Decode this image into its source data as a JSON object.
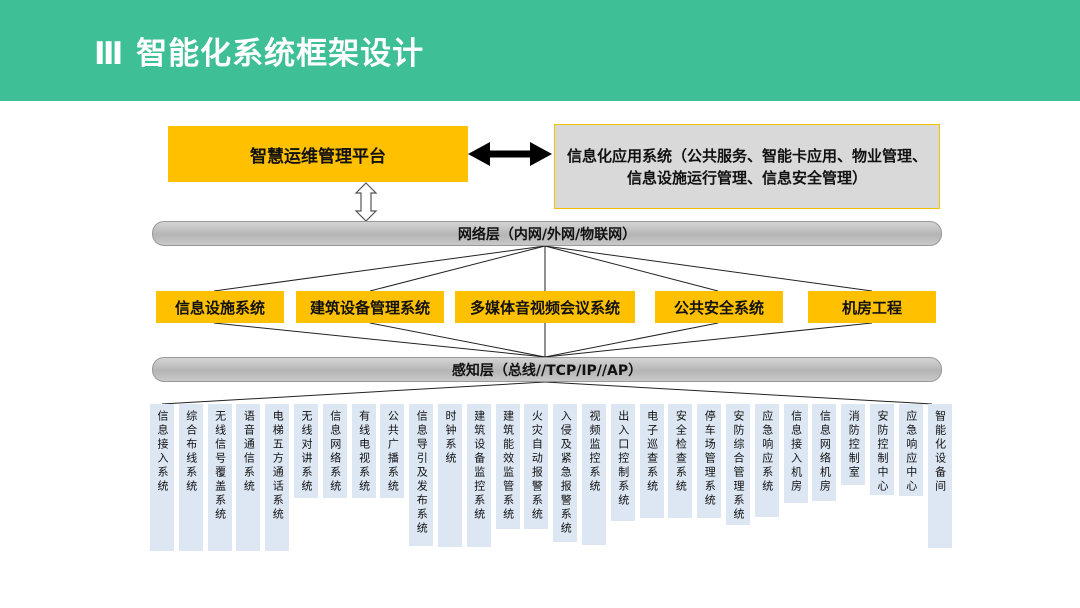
{
  "header": {
    "title": "Ⅲ  智能化系统框架设计",
    "bg_color": "#3fbf95"
  },
  "top": {
    "ops_platform": "智慧运维管理平台",
    "info_apps": "信息化应用系统（公共服务、智能卡应用、物业管理、信息设施运行管理、信息安全管理）"
  },
  "network_layer": "网络层（内网/外网/物联网）",
  "subsystems": [
    "信息设施系统",
    "建筑设备管理系统",
    "多媒体音视频会议系统",
    "公共安全系统",
    "机房工程"
  ],
  "sensing_layer": "感知层（总线//TCP/IP//AP）",
  "leaf_systems": [
    "信息接入系统",
    "综合布线系统",
    "无线信号覆盖系统",
    "语音通信系统",
    "电梯五方通话系统",
    "无线对讲系统",
    "信息网络系统",
    "有线电视系统",
    "公共广播系统",
    "信息导引及发布系统",
    "时钟系统",
    "建筑设备监控系统",
    "建筑能效监管系统",
    "火灾自动报警系统",
    "入侵及紧急报警系统",
    "视频监控系统",
    "出入口控制系统",
    "电子巡查系统",
    "安全检查系统",
    "停车场管理系统",
    "安防综合管理系统",
    "应急响应系统",
    "信息接入机房",
    "信息网络机房",
    "消防控制室",
    "安防控制中心",
    "应急响应中心",
    "智能化设备间"
  ],
  "colors": {
    "accent_yellow": "#ffc000",
    "gray_box": "#d9d9d9",
    "leaf_bg": "#dde6f3"
  }
}
